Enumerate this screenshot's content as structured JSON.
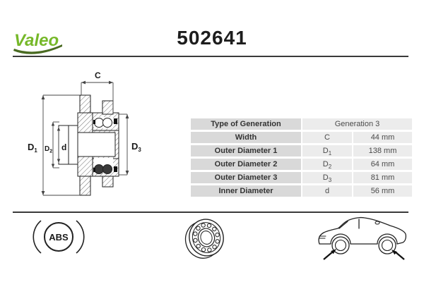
{
  "header": {
    "brand": "Valeo",
    "part_number": "502641"
  },
  "drawing": {
    "dim_c": "C",
    "dim_d1": {
      "main": "D",
      "sub": "1"
    },
    "dim_d2": {
      "main": "D",
      "sub": "2"
    },
    "dim_d3": {
      "main": "D",
      "sub": "3"
    },
    "dim_d": "d"
  },
  "table": {
    "rows": [
      {
        "label": "Type of Generation",
        "symbol": "",
        "sub": "",
        "value": "Generation 3"
      },
      {
        "label": "Width",
        "symbol": "C",
        "sub": "",
        "value": "44 mm"
      },
      {
        "label": "Outer Diameter 1",
        "symbol": "D",
        "sub": "1",
        "value": "138 mm"
      },
      {
        "label": "Outer Diameter 2",
        "symbol": "D",
        "sub": "2",
        "value": "64 mm"
      },
      {
        "label": "Outer Diameter 3",
        "symbol": "D",
        "sub": "3",
        "value": "81 mm"
      },
      {
        "label": "Inner Diameter",
        "symbol": "d",
        "sub": "",
        "value": "56 mm"
      }
    ]
  },
  "icons": {
    "abs_label": "ABS",
    "abs": "abs-brake-icon",
    "bearing": "wheel-bearing-icon",
    "car": "car-both-axles-icon"
  },
  "colors": {
    "brand_green": "#76b829",
    "swoosh_green": "#4a6b22",
    "rule": "#3a3a3a",
    "table_label_bg": "#d9d9d9",
    "table_value_bg": "#ececec",
    "ink": "#1f1f1f"
  }
}
